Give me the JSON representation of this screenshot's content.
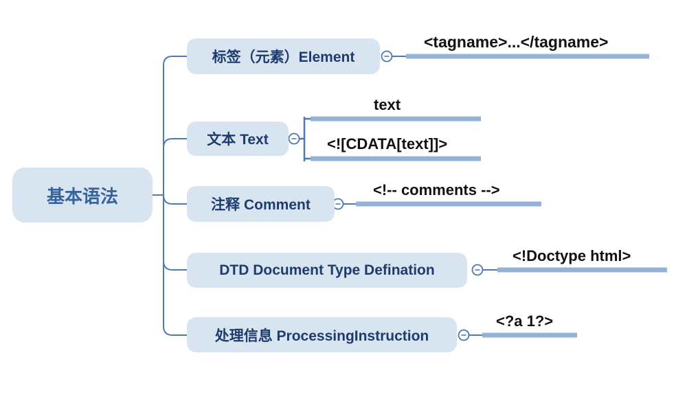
{
  "colors": {
    "canvas-bg": "#ffffff",
    "node-fill": "#d9e4f1",
    "root-text": "#35639c",
    "node-text": "#1e3b6e",
    "leaf-text": "#111111",
    "connector": "#4e79b5",
    "branch-bar": "#95b3d7"
  },
  "root": {
    "label": "基本语法"
  },
  "nodes": [
    {
      "label": "标签（元素）Element",
      "children": [
        {
          "label": "<tagname>...</tagname>"
        }
      ]
    },
    {
      "label": "文本 Text",
      "children": [
        {
          "label": "text"
        },
        {
          "label": "<![CDATA[text]]>"
        }
      ]
    },
    {
      "label": "注释 Comment",
      "children": [
        {
          "label": "<!-- comments -->"
        }
      ]
    },
    {
      "label": "DTD Document Type Defination",
      "children": [
        {
          "label": "<!Doctype html>"
        }
      ]
    },
    {
      "label": "处理信息 ProcessingInstruction",
      "children": [
        {
          "label": "<?a 1?>"
        }
      ]
    }
  ],
  "icons": {
    "collapse_toggle": "minus-circle"
  }
}
